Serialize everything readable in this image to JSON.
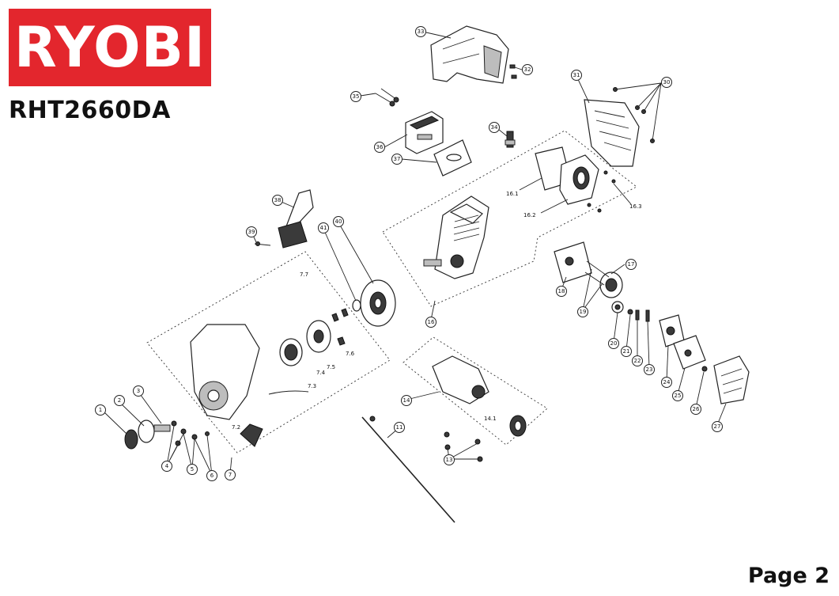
{
  "brand": {
    "logo_text": "RYOBI",
    "logo_color": "#e3262d"
  },
  "model": "RHT2660DA",
  "page_label": "Page 2",
  "callouts": {
    "c1": "1",
    "c2": "2",
    "c3": "3",
    "c4": "4",
    "c5": "5",
    "c6": "6",
    "c7": "7",
    "c11": "11",
    "c13": "13",
    "c14": "14",
    "c16": "16",
    "c17": "17",
    "c18": "18",
    "c19": "19",
    "c20": "20",
    "c21": "21",
    "c22": "22",
    "c23": "23",
    "c24": "24",
    "c25": "25",
    "c26": "26",
    "c27": "27",
    "c30": "30",
    "c31": "31",
    "c32": "32",
    "c33": "33",
    "c34": "34",
    "c35": "35",
    "c36": "36",
    "c37": "37",
    "c38": "38",
    "c39": "39",
    "c40": "40",
    "c41": "41"
  },
  "sublabels": {
    "s7_2": "7.2",
    "s7_3": "7.3",
    "s7_4": "7.4",
    "s7_5": "7.5",
    "s7_6": "7.6",
    "s7_7": "7.7",
    "s14_1": "14.1",
    "s16_1": "16.1",
    "s16_2": "16.2",
    "s16_3": "16.3"
  }
}
